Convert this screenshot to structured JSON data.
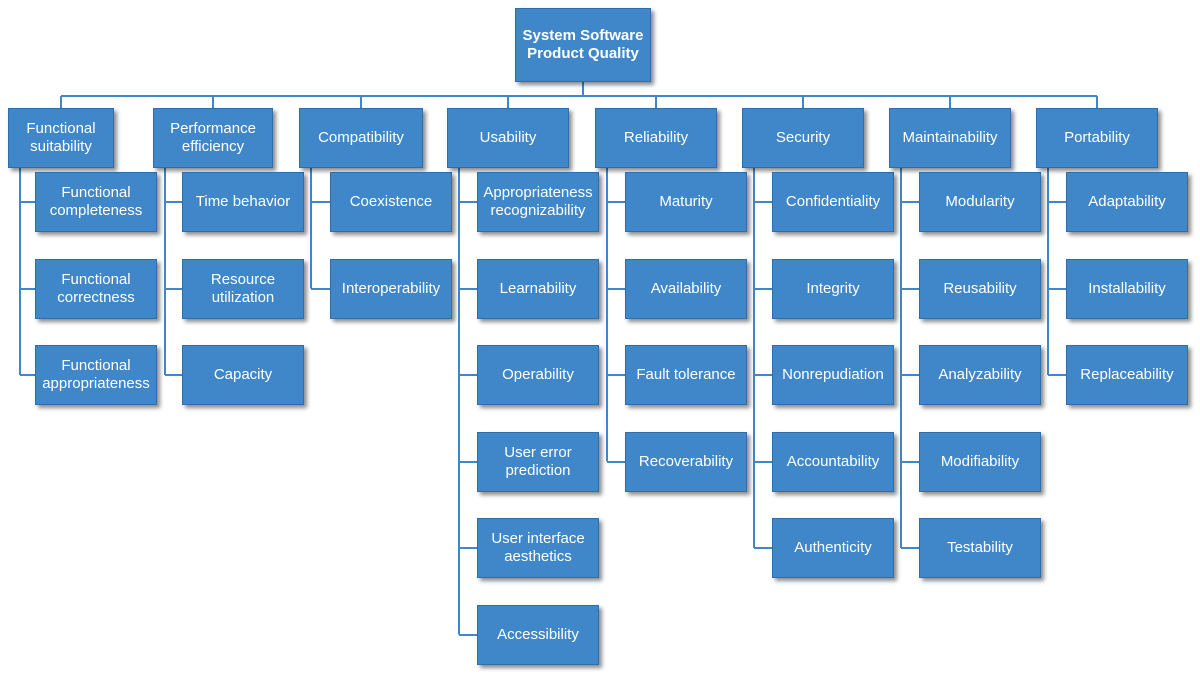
{
  "root": {
    "label": "System Software Product Quality"
  },
  "characteristics": [
    {
      "label": "Functional suitability",
      "subs": [
        "Functional completeness",
        "Functional correctness",
        "Functional appropriateness"
      ]
    },
    {
      "label": "Performance efficiency",
      "subs": [
        "Time behavior",
        "Resource utilization",
        "Capacity"
      ]
    },
    {
      "label": "Compatibility",
      "subs": [
        "Coexistence",
        "Interoperability"
      ]
    },
    {
      "label": "Usability",
      "subs": [
        "Appropriateness recognizability",
        "Learnability",
        "Operability",
        "User error prediction",
        "User interface aesthetics",
        "Accessibility"
      ]
    },
    {
      "label": "Reliability",
      "subs": [
        "Maturity",
        "Availability",
        "Fault tolerance",
        "Recoverability"
      ]
    },
    {
      "label": "Security",
      "subs": [
        "Confidentiality",
        "Integrity",
        "Nonrepudiation",
        "Accountability",
        "Authenticity"
      ]
    },
    {
      "label": "Maintainability",
      "subs": [
        "Modularity",
        "Reusability",
        "Analyzability",
        "Modifiability",
        "Testability"
      ]
    },
    {
      "label": "Portability",
      "subs": [
        "Adaptability",
        "Installability",
        "Replaceability"
      ]
    }
  ]
}
